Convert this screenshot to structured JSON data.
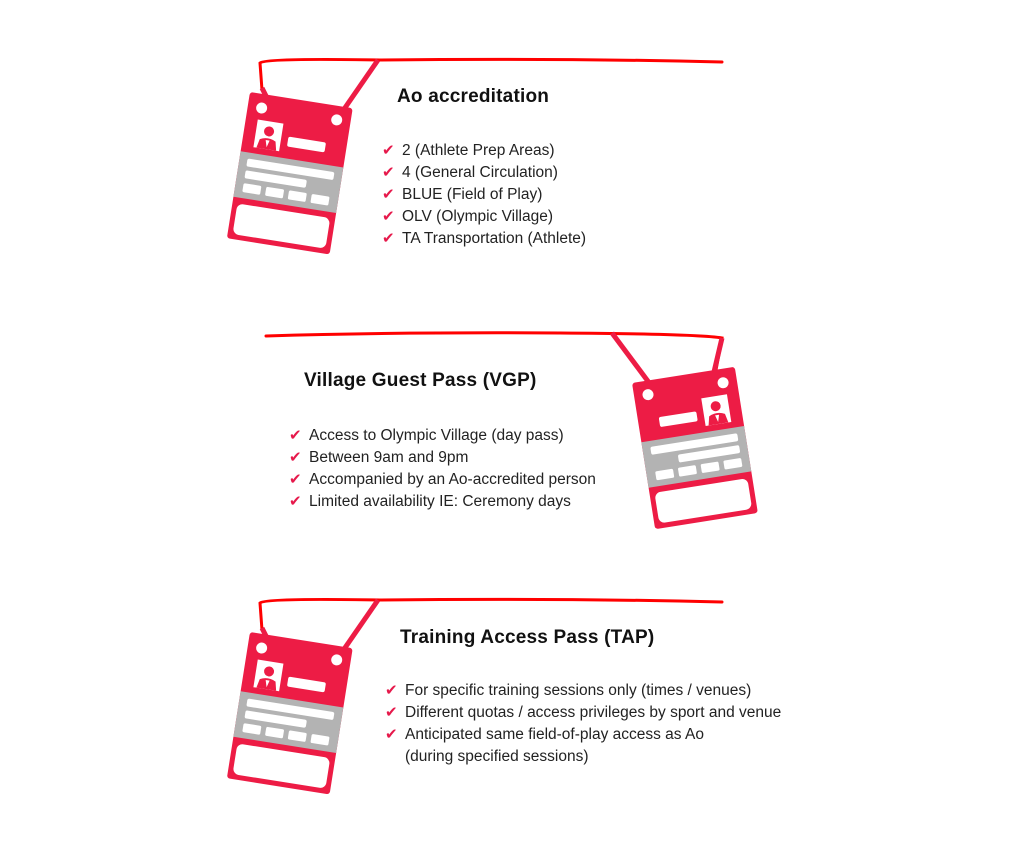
{
  "colors": {
    "accent_red": "#ff0000",
    "badge_red": "#ed1c45",
    "badge_gray": "#b3b3b3",
    "check_red": "#e6194b",
    "text": "#222222"
  },
  "sections": [
    {
      "title": "Ao accreditation",
      "icon": "accreditation-badge-icon",
      "items": [
        "2 (Athlete Prep Areas)",
        "4 (General Circulation)",
        "BLUE (Field of Play)",
        "OLV (Olympic Village)",
        "TA Transportation (Athlete)"
      ]
    },
    {
      "title": "Village Guest Pass (VGP)",
      "icon": "accreditation-badge-icon",
      "items": [
        "Access to Olympic Village (day pass)",
        "Between 9am and 9pm",
        "Accompanied by an Ao-accredited person",
        "Limited availability IE: Ceremony days"
      ]
    },
    {
      "title": "Training Access Pass (TAP)",
      "icon": "accreditation-badge-icon",
      "items": [
        "For specific training sessions only (times / venues)",
        "Different quotas / access privileges by sport and venue",
        "Anticipated same field-of-play access as Ao",
        "(during specified sessions)"
      ]
    }
  ],
  "check_glyph": "✔"
}
